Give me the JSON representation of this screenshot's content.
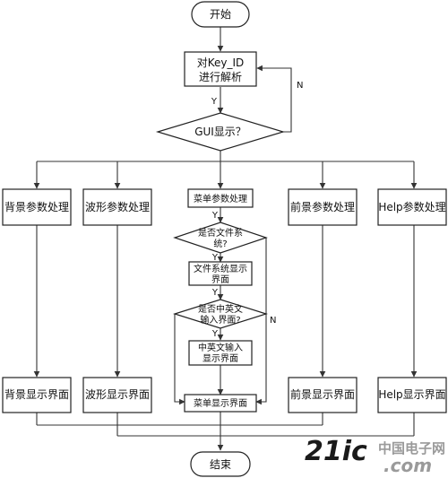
{
  "nodes": {
    "start": "开始",
    "parse_line1": "对Key_ID",
    "parse_line2": "进行解析",
    "gui_display": "GUI显示？",
    "bg_param": "背景参数处理",
    "wave_param": "波形参数处理",
    "menu_param": "菜单参数处理",
    "is_filesystem_line1": "是否文件系",
    "is_filesystem_line2": "统?",
    "filesystem_ui_line1": "文件系统显示",
    "filesystem_ui_line2": "界面",
    "is_cn_en_line1": "是否中英文",
    "is_cn_en_line2": "输入界面?",
    "cn_en_ui_line1": "中英文输入",
    "cn_en_ui_line2": "显示界面",
    "fg_param": "前景参数处理",
    "help_param": "Help参数处理",
    "bg_ui": "背景显示界面",
    "wave_ui": "波形显示界面",
    "menu_ui": "菜单显示界面",
    "fg_ui": "前景显示界面",
    "help_ui": "Help显示界面",
    "end": "结束"
  },
  "edge_labels": {
    "yes": "Y",
    "no": "N"
  },
  "watermark": {
    "brand": "21ic",
    "cn": "中国电子网",
    "url": ".com"
  },
  "colors": {
    "ink": "#222222",
    "watermark_dark": "#1a1a1a",
    "watermark_grey": "#9a9a9a"
  }
}
